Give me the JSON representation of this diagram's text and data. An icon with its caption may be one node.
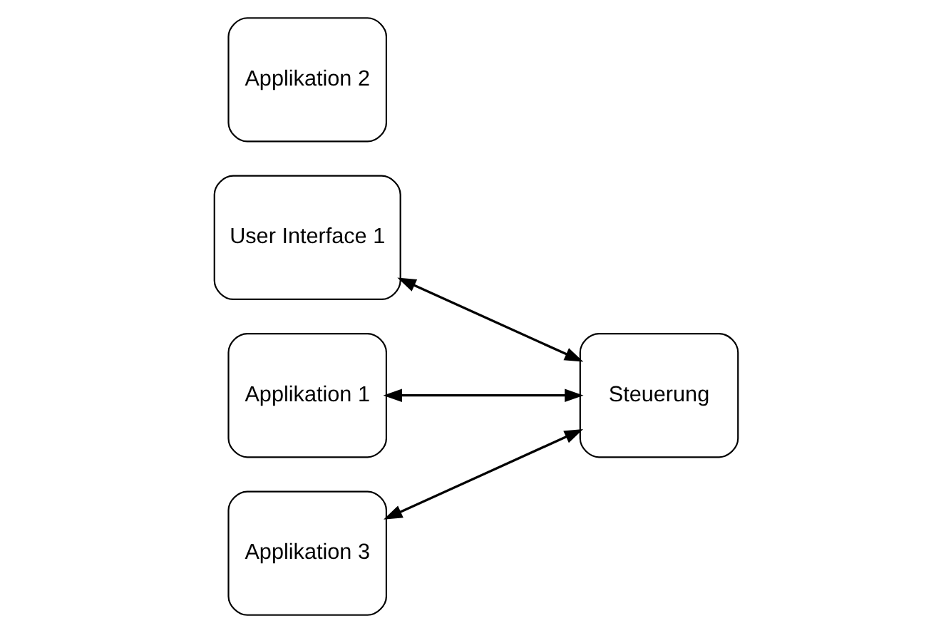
{
  "diagram": {
    "nodes": [
      {
        "text": [
          "User Interface 1"
        ]
      },
      {
        "text": [
          "Applikation 1"
        ]
      },
      {
        "text": [
          "Applikation 2"
        ]
      },
      {
        "text": [
          "Applikation 3"
        ]
      },
      {
        "text": [
          "Steuerung"
        ]
      }
    ],
    "edges": [
      {
        "from": 0,
        "to": 4,
        "arrow": "both"
      },
      {
        "from": 1,
        "to": 4,
        "arrow": "both"
      },
      {
        "from": 3,
        "to": 4,
        "arrow": "both"
      }
    ]
  }
}
